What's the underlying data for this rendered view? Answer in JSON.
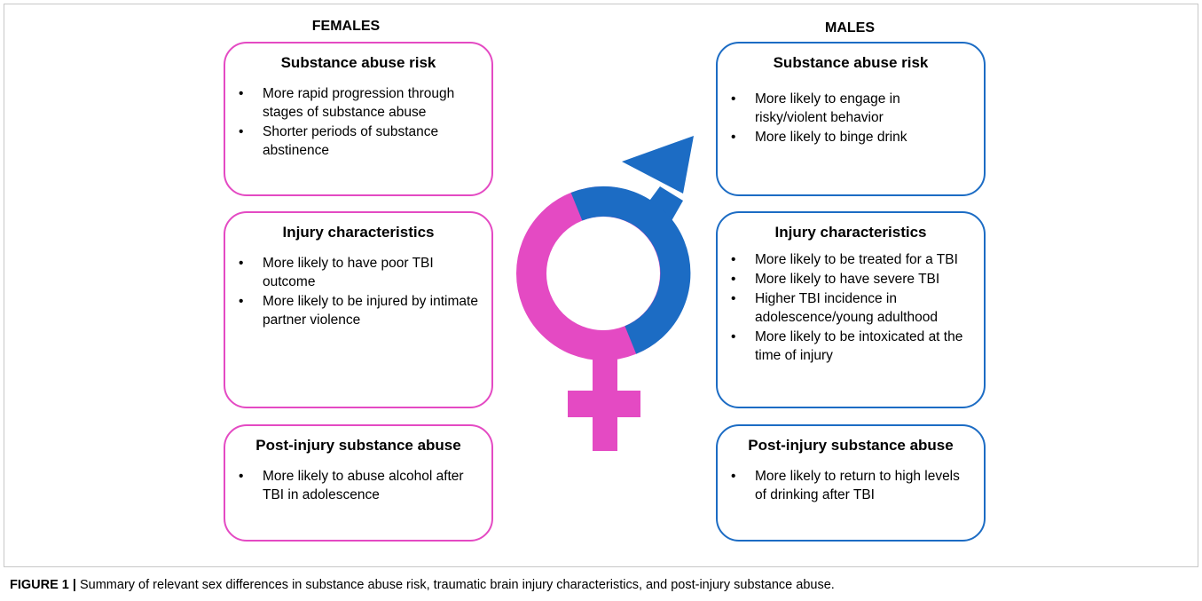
{
  "females": {
    "header": "FEMALES",
    "boxes": [
      {
        "title": "Substance abuse risk",
        "bullets": [
          "More rapid progression through stages of substance abuse",
          "Shorter periods of substance abstinence"
        ]
      },
      {
        "title": "Injury characteristics",
        "bullets": [
          "More likely to have poor TBI outcome",
          "More likely to be injured by intimate partner violence"
        ]
      },
      {
        "title": "Post-injury substance abuse",
        "bullets": [
          "More likely to abuse alcohol after TBI in adolescence"
        ]
      }
    ]
  },
  "males": {
    "header": "MALES",
    "boxes": [
      {
        "title": "Substance abuse risk",
        "bullets": [
          "More likely to engage in risky/violent behavior",
          "More likely to binge drink"
        ]
      },
      {
        "title": "Injury characteristics",
        "bullets": [
          "More likely to be treated for a TBI",
          "More likely to have severe TBI",
          "Higher TBI incidence in adolescence/young adulthood",
          "More likely to be intoxicated at the time of injury"
        ]
      },
      {
        "title": "Post-injury substance abuse",
        "bullets": [
          "More likely to return to high levels of drinking after TBI"
        ]
      }
    ]
  },
  "caption": {
    "label": "FIGURE 1 |",
    "text": " Summary of relevant sex differences in substance abuse risk, traumatic brain injury characteristics, and post-injury substance abuse."
  },
  "symbol": {
    "female_color": "#e44ac3",
    "male_color": "#1c6cc4",
    "icon": "gender-symbol-icon"
  }
}
